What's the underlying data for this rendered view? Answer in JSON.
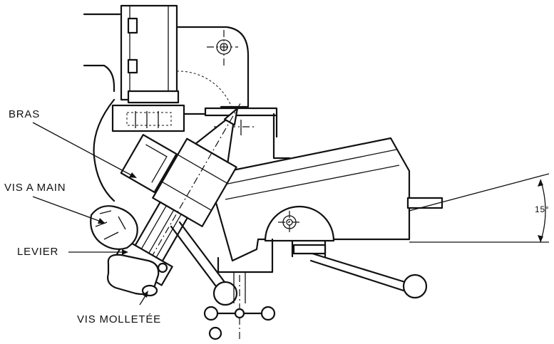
{
  "labels": {
    "bras": "BRAS",
    "vis_a_main": "VIS A MAIN",
    "levier": "LEVIER",
    "vis_molletee": "VIS MOLLETÉE",
    "angle": "15°"
  }
}
